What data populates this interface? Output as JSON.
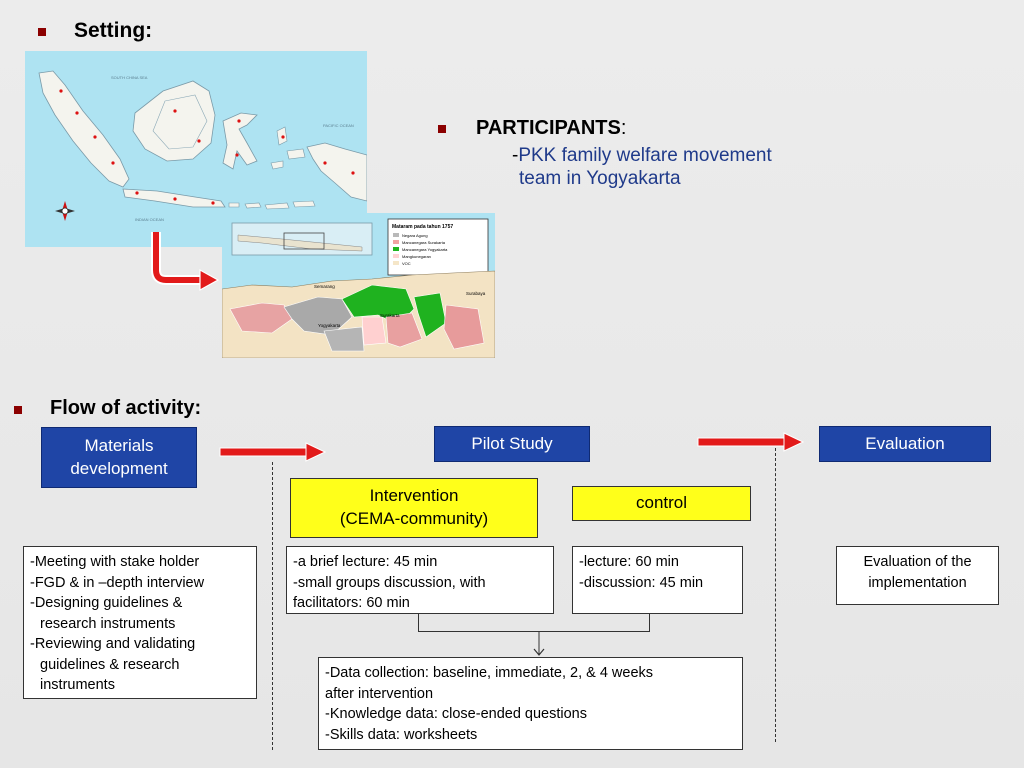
{
  "setting": {
    "heading": "Setting:"
  },
  "participants": {
    "heading": "PARTICIPANTS",
    "colon": ":",
    "line1_dash": "-",
    "line1": "PKK family welfare movement",
    "line2": "team in Yogyakarta"
  },
  "flow": {
    "heading": "Flow of activity:"
  },
  "boxes": {
    "materials": [
      "Materials",
      "development"
    ],
    "pilot": "Pilot Study",
    "evaluation": "Evaluation",
    "intervention": [
      "Intervention",
      "(CEMA-community)"
    ],
    "control": "control"
  },
  "details": {
    "materials": [
      "-Meeting with stake holder",
      "-FGD & in –depth interview",
      "-Designing guidelines &",
      "research instruments",
      "-Reviewing and validating",
      "guidelines & research",
      "instruments"
    ],
    "intervention": [
      "-a brief lecture: 45  min",
      "-small groups discussion, with",
      "facilitators:  60 min"
    ],
    "control": [
      "-lecture: 60 min",
      "-discussion: 45 min"
    ],
    "evaluation": [
      "Evaluation of the",
      "implementation"
    ],
    "data_collection": [
      "-Data collection: baseline,  immediate, 2, & 4 weeks",
      "after intervention",
      "-Knowledge data: close-ended questions",
      "-Skills data: worksheets"
    ]
  },
  "map_java": {
    "legend_title": "Mataram pada tahun 1757",
    "legend_items": [
      "Negara Agung",
      "Mancanegara Surakarta",
      "Mancanegara Yogyakarta",
      "Mangkunegaran",
      "VOC"
    ],
    "cities": [
      "Semarang",
      "Surakarta",
      "Yogyakarta",
      "Surabaya"
    ]
  },
  "map_indonesia": {
    "labels": [
      "SOUTH CHINA SEA",
      "PACIFIC OCEAN",
      "INDIAN OCEAN"
    ]
  },
  "colors": {
    "bullet": "#8b0000",
    "box_blue": "#1f45a6",
    "box_yellow": "#ffff1a",
    "arrow_red": "#e21a1a",
    "participant_text": "#1f3a8a"
  }
}
